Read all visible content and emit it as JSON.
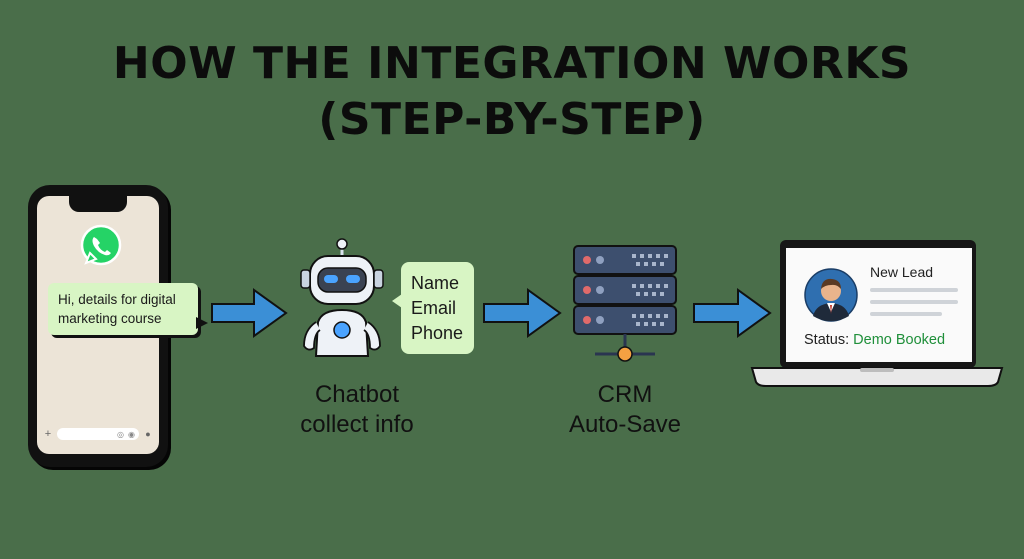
{
  "title": {
    "line1": "HOW THE INTEGRATION WORKS",
    "line2": "(STEP-BY-STEP)"
  },
  "phone": {
    "message": "Hi, details for digital marketing course",
    "icon": "whatsapp-icon"
  },
  "chatbot": {
    "fields": [
      "Name",
      "Email",
      "Phone"
    ],
    "caption_line1": "Chatbot",
    "caption_line2": "collect info"
  },
  "crm": {
    "caption_line1": "CRM",
    "caption_line2": "Auto-Save"
  },
  "laptop": {
    "lead_title": "New Lead",
    "status_label": "Status:",
    "status_value": "Demo Booked"
  },
  "colors": {
    "background": "#4a6e4a",
    "arrow": "#3b8fd6",
    "bubble": "#d8f5c4",
    "server": "#3d4f6e",
    "status_value": "#1f8f3a"
  }
}
